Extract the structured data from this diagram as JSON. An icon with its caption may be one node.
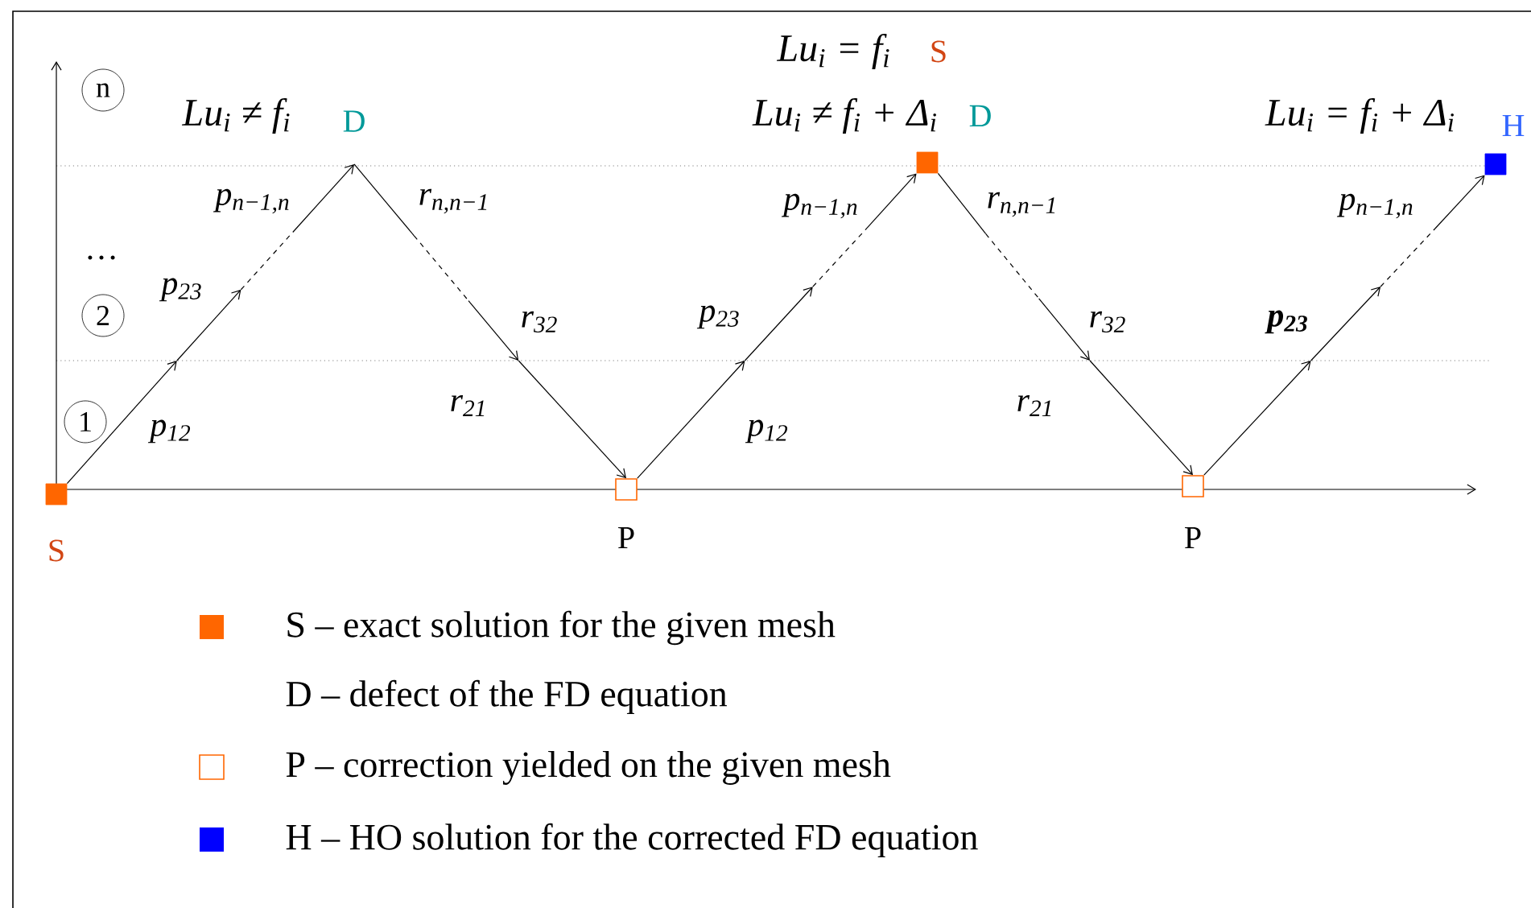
{
  "diagram": {
    "nodes": [
      {
        "text": [],
        "shape": "box",
        "beside": [
          "S"
        ]
      },
      {
        "text": [
          "D"
        ]
      },
      {
        "text": [],
        "shape": "box",
        "beside": [
          "P"
        ]
      },
      {
        "text": [],
        "shape": "box",
        "beside": [
          "S",
          "D"
        ]
      },
      {
        "text": [],
        "shape": "box",
        "beside": [
          "P"
        ]
      },
      {
        "text": [],
        "shape": "box",
        "beside": [
          "H"
        ]
      },
      {
        "text": [
          "n"
        ]
      },
      {
        "text": [
          "2"
        ]
      },
      {
        "text": [
          "1"
        ]
      }
    ],
    "edges": [
      {
        "from": 0,
        "to": 1,
        "arrow": "to"
      },
      {
        "from": 1,
        "to": 2,
        "arrow": "to"
      },
      {
        "from": 2,
        "to": 3,
        "arrow": "to"
      },
      {
        "from": 3,
        "to": 4,
        "arrow": "to"
      },
      {
        "from": 4,
        "to": 5,
        "arrow": "to"
      }
    ],
    "labels": [
      "Lu$_{i}$ = f$_{i}$",
      "Lu$_{i}$ ≠ f$_{i}$",
      "Lu$_{i}$ ≠ f$_{i}$ + Δ$_{i}$",
      "Lu$_{i}$ = f$_{i}$ + Δ$_{i}$",
      "p$_{n−1,n}$",
      "r$_{n,n−1}$",
      "p$_{n−1,n}$",
      "r$_{n,n−1}$",
      "p$_{n−1,n}$",
      "…",
      "p$_{23}$",
      "r$_{32}$",
      "p$_{23}$",
      "r$_{32}$",
      "p$_{23}$",
      "r$_{21}$",
      "r$_{21}$",
      "p$_{12}$",
      "p$_{12}$"
    ],
    "legend": [
      {
        "text": "S – exact solution for the given mesh",
        "color": "#ff6600"
      },
      {
        "text": "D – defect of the FD equation"
      },
      {
        "text": "P – correction yielded on the given mesh"
      },
      {
        "text": "H – HO solution for the corrected FD equation",
        "color": "#0000ff"
      }
    ]
  }
}
